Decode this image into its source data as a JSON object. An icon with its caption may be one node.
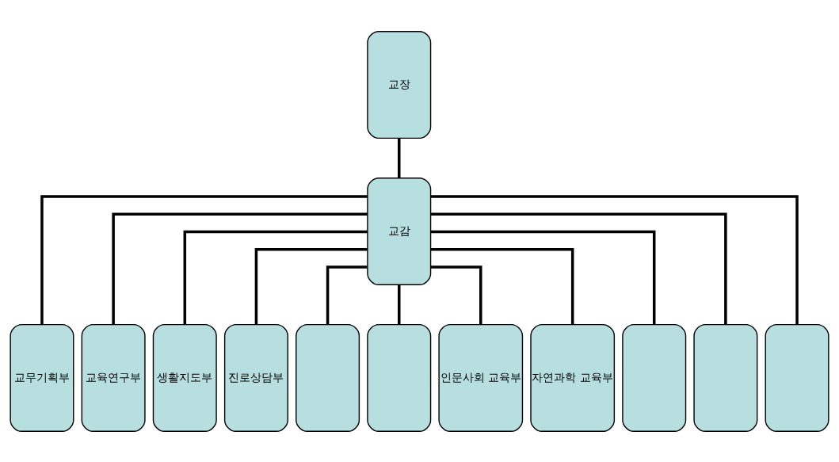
{
  "diagram": {
    "nodes": [
      {
        "text": [
          "교장"
        ]
      },
      {
        "text": [
          "교감"
        ]
      },
      {
        "text": [
          "교무기획부"
        ]
      },
      {
        "text": [
          "교육연구부"
        ]
      },
      {
        "text": [
          "생활지도부"
        ]
      },
      {
        "text": [
          "진로상담부"
        ]
      },
      {
        "text": [],
        "shape": "box"
      },
      {
        "text": [],
        "shape": "box"
      },
      {
        "text": [
          "인문사회 교육부"
        ]
      },
      {
        "text": [
          "자연과학 교육부"
        ]
      },
      {
        "text": [],
        "shape": "box"
      },
      {
        "text": [],
        "shape": "box"
      },
      {
        "text": [],
        "shape": "box"
      }
    ],
    "edges": [
      {
        "from": 0,
        "to": 1,
        "arrow": "none"
      },
      {
        "from": 1,
        "to": 2,
        "arrow": "none"
      },
      {
        "from": 1,
        "to": 3,
        "arrow": "none"
      },
      {
        "from": 1,
        "to": 4,
        "arrow": "none"
      },
      {
        "from": 1,
        "to": 5,
        "arrow": "none"
      },
      {
        "from": 1,
        "to": 6,
        "arrow": "none"
      },
      {
        "from": 1,
        "to": 7,
        "arrow": "none"
      },
      {
        "from": 1,
        "to": 8,
        "arrow": "none"
      },
      {
        "from": 1,
        "to": 9,
        "arrow": "none"
      },
      {
        "from": 1,
        "to": 10,
        "arrow": "none"
      },
      {
        "from": 1,
        "to": 11,
        "arrow": "none"
      },
      {
        "from": 1,
        "to": 12,
        "arrow": "none"
      }
    ]
  }
}
